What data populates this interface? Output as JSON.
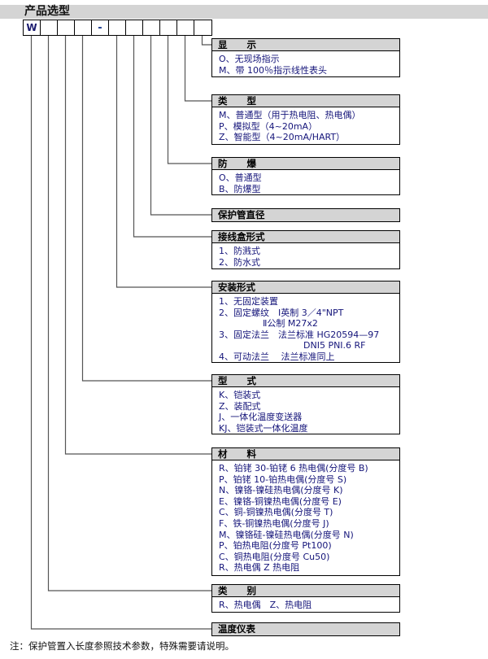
{
  "header": {
    "title": "产品选型"
  },
  "code_row": {
    "cells": [
      "W",
      "",
      "",
      "",
      "-",
      "",
      "",
      "",
      "",
      "",
      ""
    ]
  },
  "boxes": [
    {
      "name": "display",
      "head": "显      示",
      "lines": [
        {
          "text": "O、无现场指示",
          "indent": 0
        },
        {
          "text": "M、带 100％指示线性表头",
          "indent": 0
        }
      ]
    },
    {
      "name": "type-signal",
      "head": "类      型",
      "lines": [
        {
          "text": "M、普通型（用于热电阻、热电偶）",
          "indent": 0
        },
        {
          "text": "P、模拟型（4~20mA）",
          "indent": 0
        },
        {
          "text": "Z、智能型（4~20mA/HART）",
          "indent": 0
        }
      ]
    },
    {
      "name": "explosion-proof",
      "head": "防      爆",
      "lines": [
        {
          "text": "O、普通型",
          "indent": 0
        },
        {
          "text": "B、防爆型",
          "indent": 0
        }
      ]
    },
    {
      "name": "protection-tube-diameter",
      "head": "保护管直径",
      "lines": []
    },
    {
      "name": "junction-box-form",
      "head": "接线盒形式",
      "lines": [
        {
          "text": "1、防溅式",
          "indent": 0
        },
        {
          "text": "2、防水式",
          "indent": 0
        }
      ]
    },
    {
      "name": "mounting-form",
      "head": "安装形式",
      "lines": [
        {
          "text": "1、无固定装置",
          "indent": 0
        },
        {
          "text": "2、固定螺纹　Ⅰ英制 3／4\"NPT",
          "indent": 0
        },
        {
          "text": "Ⅱ公制 M27x2",
          "indent": 1
        },
        {
          "text": "3、固定法兰　法兰标准 HG20594—97",
          "indent": 0
        },
        {
          "text": "DNI5 PNI.6 RF",
          "indent": 2
        },
        {
          "text": "4、可动法兰　 法兰标准同上",
          "indent": 0
        }
      ]
    },
    {
      "name": "structure-type",
      "head": "型      式",
      "lines": [
        {
          "text": "K、铠装式",
          "indent": 0
        },
        {
          "text": "Z、装配式",
          "indent": 0
        },
        {
          "text": "J、一体化温度变送器",
          "indent": 0
        },
        {
          "text": "KJ、铠装式一体化温度",
          "indent": 0
        }
      ]
    },
    {
      "name": "material",
      "head": "材      料",
      "lines": [
        {
          "text": "R、铂铑 30-铂铑 6 热电偶(分度号 B)",
          "indent": 0
        },
        {
          "text": "P、铂铑 10-铂热电偶(分度号 S)",
          "indent": 0
        },
        {
          "text": "N、镍铬-镍硅热电偶(分度号 K)",
          "indent": 0
        },
        {
          "text": "E、镍铬-铜镍热电偶(分度号 E)",
          "indent": 0
        },
        {
          "text": "C、铜-铜镍热电偶(分度号 T)",
          "indent": 0
        },
        {
          "text": "F、铁-铜镍热电偶(分度号 J)",
          "indent": 0
        },
        {
          "text": "M、镍铬硅-镍硅热电偶(分度号 N)",
          "indent": 0
        },
        {
          "text": "P、铂热电阻(分度号 Pt100)",
          "indent": 0
        },
        {
          "text": "C、铜热电阻(分度号 Cu50)",
          "indent": 0
        },
        {
          "text": "R、热电偶 Z 热电阻",
          "indent": 0
        }
      ]
    },
    {
      "name": "category",
      "head": "类      别",
      "lines": [
        {
          "text": "R、热电偶　Z、热电阻",
          "indent": 0
        }
      ]
    },
    {
      "name": "temperature-instrument",
      "head": "温度仪表",
      "lines": []
    }
  ],
  "footer": {
    "note": "注：保护管置入长度参照技术参数，特殊需要请说明。"
  }
}
